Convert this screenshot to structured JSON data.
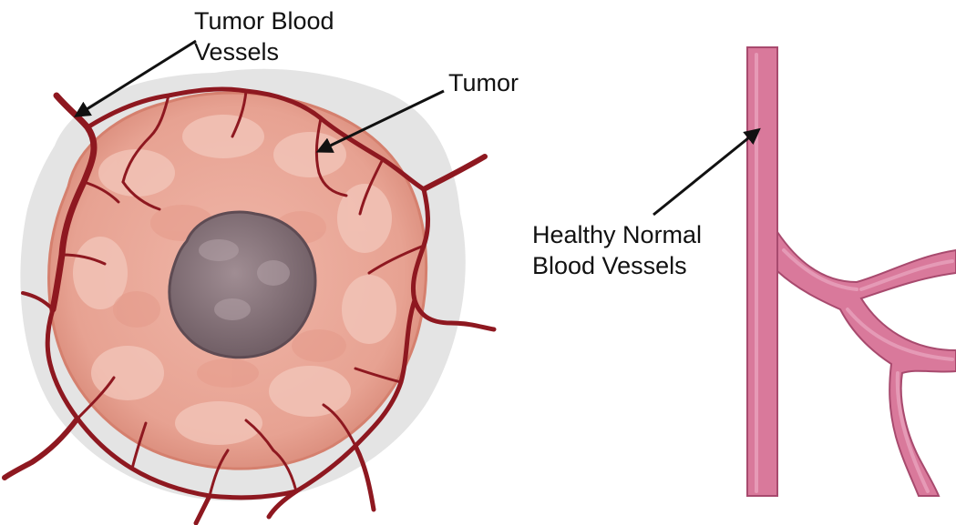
{
  "labels": {
    "tumor_blood_vessels": [
      "Tumor Blood",
      "Vessels"
    ],
    "tumor": "Tumor",
    "healthy_normal_blood_vessels": [
      "Healthy Normal",
      "Blood Vessels"
    ]
  },
  "colors": {
    "background": "#ffffff",
    "halo": "#e3e3e3",
    "tumor_outer": "#e49888",
    "tumor_inner": "#eeb0a2",
    "tumor_lobe": "#f2c3b7",
    "core_outer": "#7e6b72",
    "core_inner": "#9d8a90",
    "tumor_vessel": "#8e1820",
    "healthy_vessel": "#d9799b",
    "healthy_vessel_edge": "#a84a6e",
    "arrow": "#111111"
  }
}
